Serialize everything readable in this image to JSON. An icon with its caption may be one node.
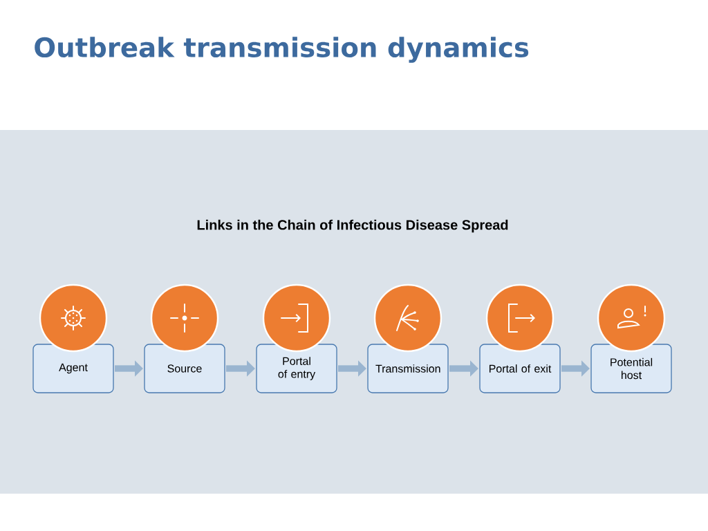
{
  "diagram": {
    "title": "Outbreak transmission dynamics",
    "nodes": [
      {
        "text": [
          "Agent"
        ]
      },
      {
        "text": [
          "Source"
        ]
      },
      {
        "text": [
          "Portal of entry"
        ]
      },
      {
        "text": [
          "Transmission"
        ]
      },
      {
        "text": [
          "Portal of exit"
        ]
      },
      {
        "text": [
          "Potential host"
        ]
      }
    ],
    "edges": [
      {
        "from": 0,
        "to": 1,
        "arrow": "to"
      },
      {
        "from": 1,
        "to": 2,
        "arrow": "to"
      },
      {
        "from": 2,
        "to": 3,
        "arrow": "to"
      },
      {
        "from": 3,
        "to": 4,
        "arrow": "to"
      },
      {
        "from": 4,
        "to": 5,
        "arrow": "to"
      }
    ],
    "labels": [
      "Links in the Chain of Infectious Disease Spread"
    ]
  }
}
